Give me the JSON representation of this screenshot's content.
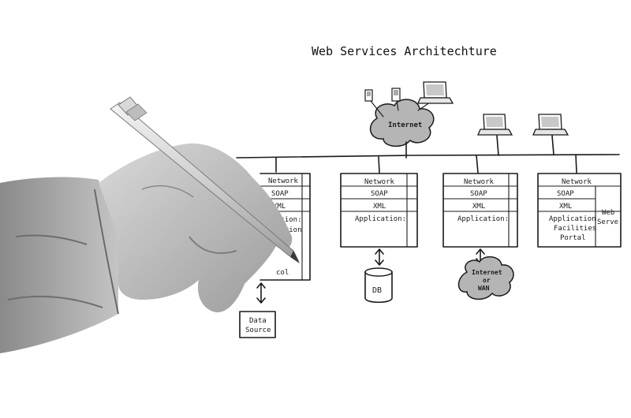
{
  "title": "Web Services Architechture",
  "cloud_top": "Internet",
  "stacks": [
    {
      "rows": [
        "Network",
        "SOAP",
        "XML",
        "Application:"
      ],
      "clipped": true,
      "visible_rows": [
        "Network",
        "SOAP",
        "XML",
        "ation:",
        "mation",
        "col"
      ]
    },
    {
      "rows": [
        "Network",
        "SOAP",
        "XML",
        "Application:"
      ]
    },
    {
      "rows": [
        "Network",
        "SOAP",
        "XML",
        "Application:"
      ]
    },
    {
      "rows": [
        "Network",
        "SOAP",
        "XML",
        "Application",
        "Facilities",
        "Portal"
      ],
      "side_label": [
        "Web",
        "Serve"
      ]
    }
  ],
  "endpoints": {
    "data_source": [
      "Data",
      "Source"
    ],
    "db": "DB",
    "internet_wan": [
      "Internet",
      "or",
      "WAN"
    ]
  }
}
